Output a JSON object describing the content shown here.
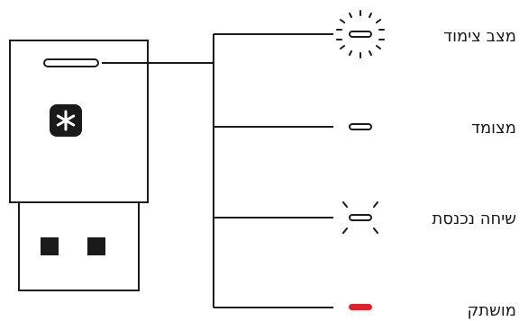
{
  "colors": {
    "line": "#1a1a1a",
    "muted_indicator": "#e0202a",
    "badge": "#1a1a1a",
    "background": "#ffffff"
  },
  "device": {
    "name": "usb-receiver",
    "badge_icon": "bluetooth-asterisk-icon",
    "led_icon": "led-slot-icon"
  },
  "legend": [
    {
      "label": "מצב צימוד",
      "state_icon": "led-blinking-icon"
    },
    {
      "label": "מצומד",
      "state_icon": "led-solid-icon"
    },
    {
      "label": "שיחה נכנסת",
      "state_icon": "led-flashing-icon"
    },
    {
      "label": "מושתק",
      "state_icon": "led-red-icon"
    }
  ]
}
